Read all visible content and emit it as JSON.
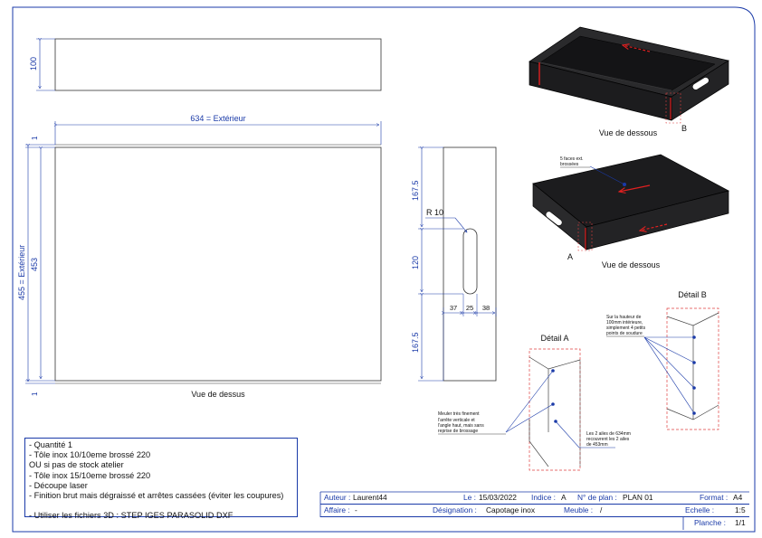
{
  "views": {
    "top_view_label": "Vue de dessus",
    "bottom_view_1_label": "Vue de dessous",
    "bottom_view_2_label": "Vue de dessous",
    "detail_a_label": "Détail A",
    "detail_b_label": "Détail B",
    "marker_a": "A",
    "marker_b": "B"
  },
  "dimensions": {
    "height_100": "100",
    "width_outer": "634 = Extérieur",
    "depth_outer": "455 = Extérieur",
    "depth_inner": "453",
    "edge_1_top": "1",
    "edge_1_bottom": "1",
    "slot_top": "167.5",
    "slot_len": "120",
    "slot_bottom": "167.5",
    "slot_radius": "R 10",
    "slot_left": "37",
    "slot_width": "25",
    "slot_right": "38"
  },
  "annotations": {
    "faces_brushed_1": "5 faces ext.",
    "faces_brushed_2": "brossées",
    "detail_a_note_1": "Meuler très finement",
    "detail_a_note_2": "l'arrête verticale et",
    "detail_a_note_3": "l'angle haut, mais sans",
    "detail_a_note_4": "reprise de brossage",
    "detail_a_note2_1": "Les 2 ailes de 634mm",
    "detail_a_note2_2": "recouvrent les 2 ailes",
    "detail_a_note2_3": "de 453mm",
    "detail_b_note_1": "Sur la hauteur de",
    "detail_b_note_2": "100mm intérieure,",
    "detail_b_note_3": "simplement 4 petits",
    "detail_b_note_4": "points de soudure"
  },
  "notes": [
    "- Quantité 1",
    "- Tôle inox 10/10eme brossé 220",
    "OU si pas de stock atelier",
    "- Tôle inox 15/10eme brossé 220",
    "- Découpe laser",
    "- Finition brut mais dégraissé et arrêtes cassées (éviter les coupures)",
    "",
    "- Utiliser les fichiers 3D : STEP IGES PARASOLID DXF"
  ],
  "title_block": {
    "auteur_label": "Auteur :",
    "auteur_value": "Laurent44",
    "le_label": "Le :",
    "le_value": "15/03/2022",
    "indice_label": "Indice :",
    "indice_value": "A",
    "plan_label": "N° de plan :",
    "plan_value": "PLAN 01",
    "format_label": "Format :",
    "format_value": "A4",
    "affaire_label": "Affaire :",
    "affaire_value": "-",
    "designation_label": "Désignation :",
    "designation_value": "Capotage inox",
    "meuble_label": "Meuble :",
    "meuble_value": "/",
    "echelle_label": "Echelle :",
    "echelle_value": "1:5",
    "planche_label": "Planche :",
    "planche_value": "1/1"
  },
  "colors": {
    "frame": "#1a3aa8",
    "dimension": "#1a3aa8",
    "detail_callout": "#e04040",
    "arrow": "#e02020",
    "part_dark": "#1c1c1e"
  }
}
